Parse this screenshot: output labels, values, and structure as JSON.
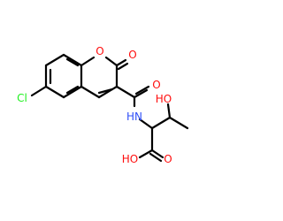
{
  "molecule": {
    "atoms": [
      {
        "id": "o_ring",
        "label": "O",
        "color": "#ff0d0d"
      },
      {
        "id": "o_carbonyl_ring",
        "label": "O",
        "color": "#ff0d0d"
      },
      {
        "id": "cl",
        "label": "Cl",
        "color": "#1ff01f"
      },
      {
        "id": "o_amide",
        "label": "O",
        "color": "#ff0d0d"
      },
      {
        "id": "nh",
        "label": "HN",
        "color": "#3050f8"
      },
      {
        "id": "oh_side",
        "label": "HO",
        "color": "#ff0d0d"
      },
      {
        "id": "oh_acid",
        "label": "HO",
        "color": "#ff0d0d"
      },
      {
        "id": "o_acid",
        "label": "O",
        "color": "#ff0d0d"
      }
    ]
  }
}
